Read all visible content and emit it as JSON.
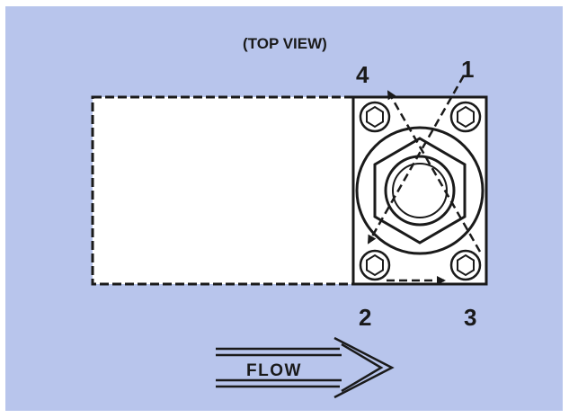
{
  "title": "(TOP VIEW)",
  "bolt_labels": {
    "one": "1",
    "two": "2",
    "three": "3",
    "four": "4"
  },
  "flow_label": "FLOW",
  "colors": {
    "background": "#b8c5ec",
    "ink": "#1a1a1a",
    "panel": "#ffffff"
  }
}
